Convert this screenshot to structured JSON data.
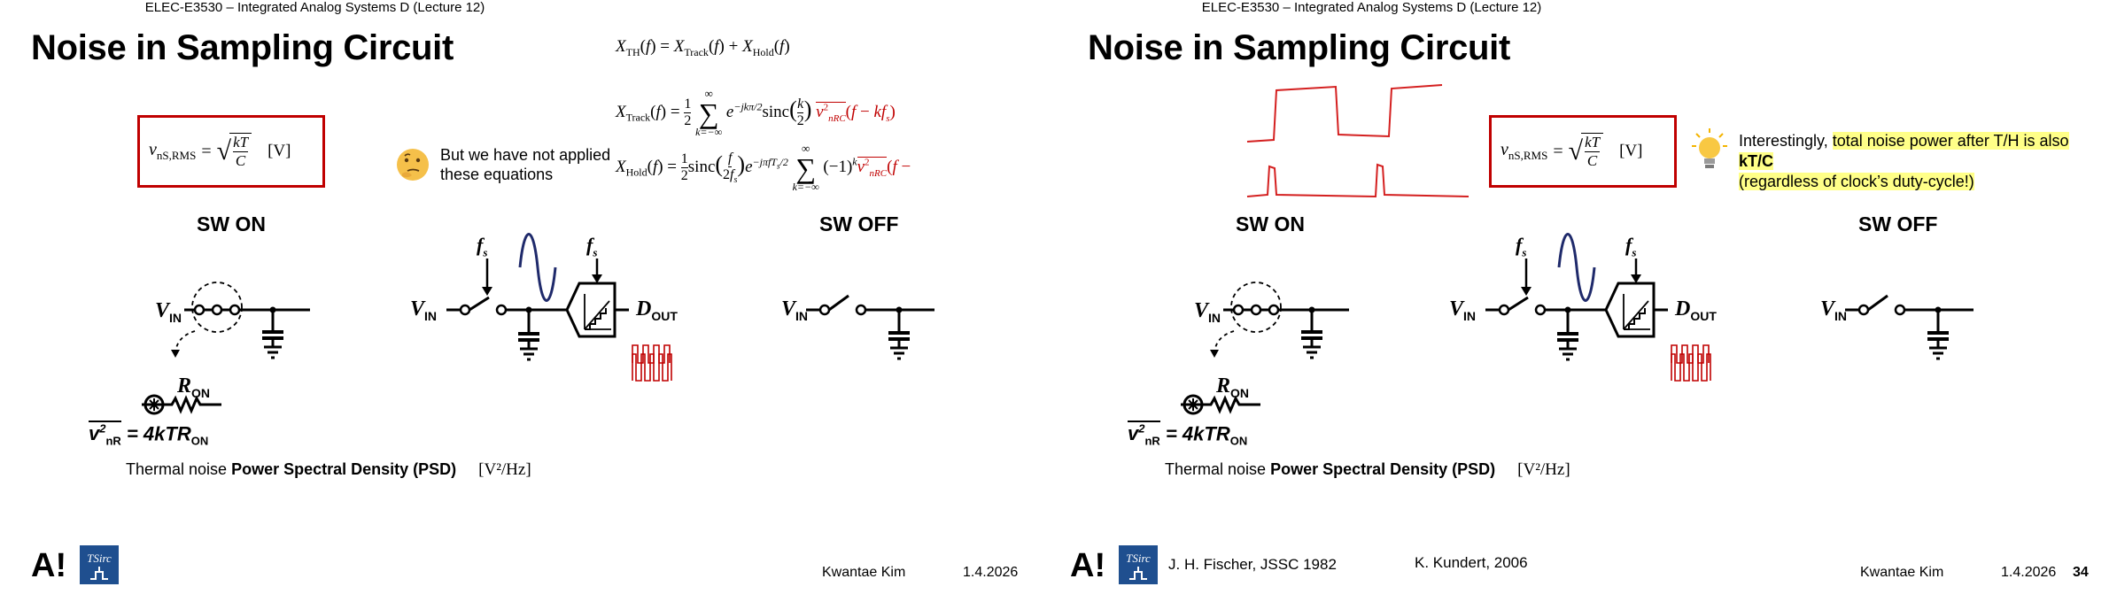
{
  "slides": [
    {
      "course": "ELEC-E3530 – Integrated Analog Systems D (Lecture 12)",
      "title": "Noise in Sampling Circuit",
      "formula": {
        "lhs": "v",
        "sub": "nS,RMS",
        "eq": "=",
        "num": "kT",
        "den": "C",
        "unit": "[V]"
      },
      "thought": {
        "line1": "But we have not applied",
        "line2": "these equations"
      },
      "equations": {
        "th": "X_TH(f) = X_Track(f) + X_Hold(f)",
        "track_lhs": "X_Track(f) =",
        "track_sum_top": "∞",
        "track_sum_bottom": "k=−∞",
        "track_body": "e^{−jkπ/2} sinc(k/2)",
        "track_red": "v²nRC(f − kfs)",
        "hold_lhs": "X_Hold(f) =",
        "hold_body": "sinc(f/2fs) e^{−jπfTs/2}",
        "hold_sum_top": "∞",
        "hold_sum_bottom": "k=−∞",
        "hold_red": "v²nRC(f −"
      },
      "sw_on": "SW ON",
      "sw_off": "SW OFF",
      "labels": {
        "vin": "V",
        "vin_sub": "IN",
        "ron": "R",
        "ron_sub": "ON",
        "fs": "f",
        "fs_sub": "s",
        "dout": "D",
        "dout_sub": "OUT"
      },
      "noise_eq": {
        "v": "v",
        "sup": "2",
        "sub": "nR",
        "rhs": "= 4kTR",
        "rhs_sub": "ON"
      },
      "psd": {
        "prefix": "Thermal noise ",
        "bold": "Power Spectral Density (PSD)",
        "unit": "[V²/Hz]"
      },
      "footer": {
        "author": "Kwantae Kim",
        "date": "1.4.2026",
        "page": "",
        "logo_text": "A!"
      }
    },
    {
      "course": "ELEC-E3530 – Integrated Analog Systems D (Lecture 12)",
      "title": "Noise in Sampling Circuit",
      "formula": {
        "lhs": "v",
        "sub": "nS,RMS",
        "eq": "=",
        "num": "kT",
        "den": "C",
        "unit": "[V]"
      },
      "note": {
        "prefix": "Interestingly, ",
        "hl1": "total noise power after T/H is also ",
        "bold": "kT/C",
        "line2": "(regardless of clock’s duty-cycle!)"
      },
      "sw_on": "SW ON",
      "sw_off": "SW OFF",
      "labels": {
        "vin": "V",
        "vin_sub": "IN",
        "ron": "R",
        "ron_sub": "ON",
        "fs": "f",
        "fs_sub": "s",
        "dout": "D",
        "dout_sub": "OUT"
      },
      "noise_eq": {
        "v": "v",
        "sup": "2",
        "sub": "nR",
        "rhs": "= 4kTR",
        "rhs_sub": "ON"
      },
      "psd": {
        "prefix": "Thermal noise ",
        "bold": "Power Spectral Density (PSD)",
        "unit": "[V²/Hz]"
      },
      "references": {
        "ref1": "J. H. Fischer, JSSC 1982",
        "ref2": "K. Kundert, 2006"
      },
      "footer": {
        "author": "Kwantae Kim",
        "date": "1.4.2026",
        "page": "34",
        "logo_text": "A!"
      }
    }
  ],
  "colors": {
    "accent_red": "#c00000",
    "sine_blue": "#1f2a6b",
    "highlight": "#ffff88"
  }
}
